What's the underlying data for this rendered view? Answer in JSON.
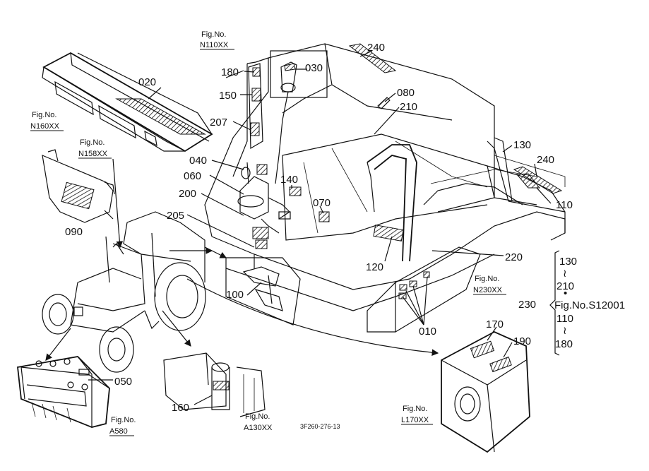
{
  "diagram": {
    "drawing_code": "3F260-276-13",
    "part_labels": {
      "p020": "020",
      "p030": "030",
      "p040": "040",
      "p050": "050",
      "p060": "060",
      "p070": "070",
      "p080": "080",
      "p090": "090",
      "p100": "100",
      "p110": "110",
      "p120": "120",
      "p130": "130",
      "p140": "140",
      "p150": "150",
      "p160": "160",
      "p170": "170",
      "p180": "180",
      "p190": "190",
      "p200": "200",
      "p205": "205",
      "p207": "207",
      "p210": "210",
      "p220": "220",
      "p230": "230",
      "p240a": "240",
      "p240b": "240",
      "p010": "010"
    },
    "figure_refs": {
      "n110": {
        "label": "Fig.No.",
        "code": "N110XX"
      },
      "n160": {
        "label": "Fig.No.",
        "code": "N160XX"
      },
      "n158": {
        "label": "Fig.No.",
        "code": "N158XX"
      },
      "n230": {
        "label": "Fig.No.",
        "code": "N230XX"
      },
      "a580": {
        "label": "Fig.No.",
        "code": "A580"
      },
      "a130": {
        "label": "Fig.No.",
        "code": "A130XX"
      },
      "l170": {
        "label": "Fig.No.",
        "code": "L170XX"
      }
    },
    "bracket_group": {
      "items": [
        "130",
        "210",
        "110",
        "180"
      ],
      "tilde": "≀",
      "dot": "•",
      "ref": "Fig.No.S12001"
    }
  }
}
